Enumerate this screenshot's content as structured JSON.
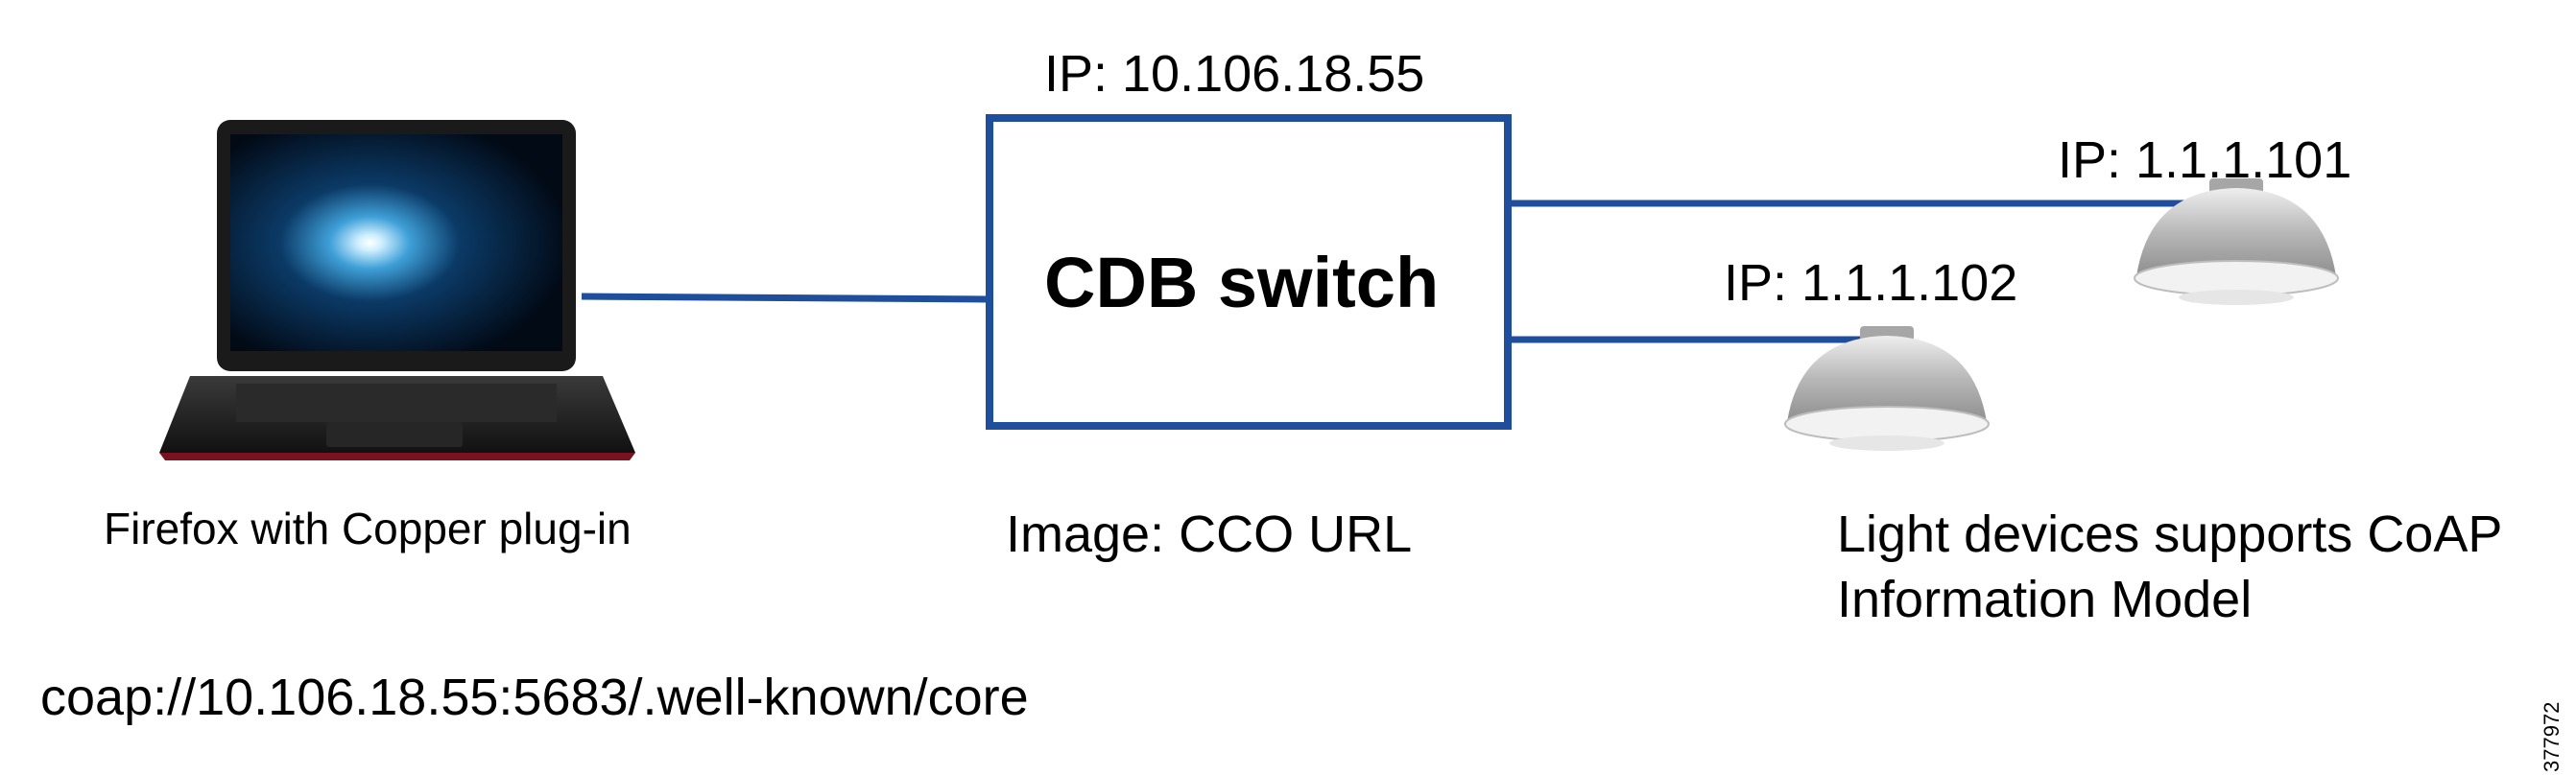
{
  "switch": {
    "label": "CDB switch",
    "ip": "IP: 10.106.18.55",
    "image": "Image: CCO URL"
  },
  "laptop": {
    "caption": "Firefox with Copper plug-in"
  },
  "lights": {
    "light_1_ip": "IP: 1.1.1.101",
    "light_2_ip": "IP: 1.1.1.102",
    "caption_line1": "Light devices supports CoAP",
    "caption_line2": "Information Model"
  },
  "url": "coap://10.106.18.55:5683/.well-known/core",
  "figure_id": "377972",
  "colors": {
    "link": "#1f4e9c",
    "switch_border": "#1f4e9c"
  }
}
